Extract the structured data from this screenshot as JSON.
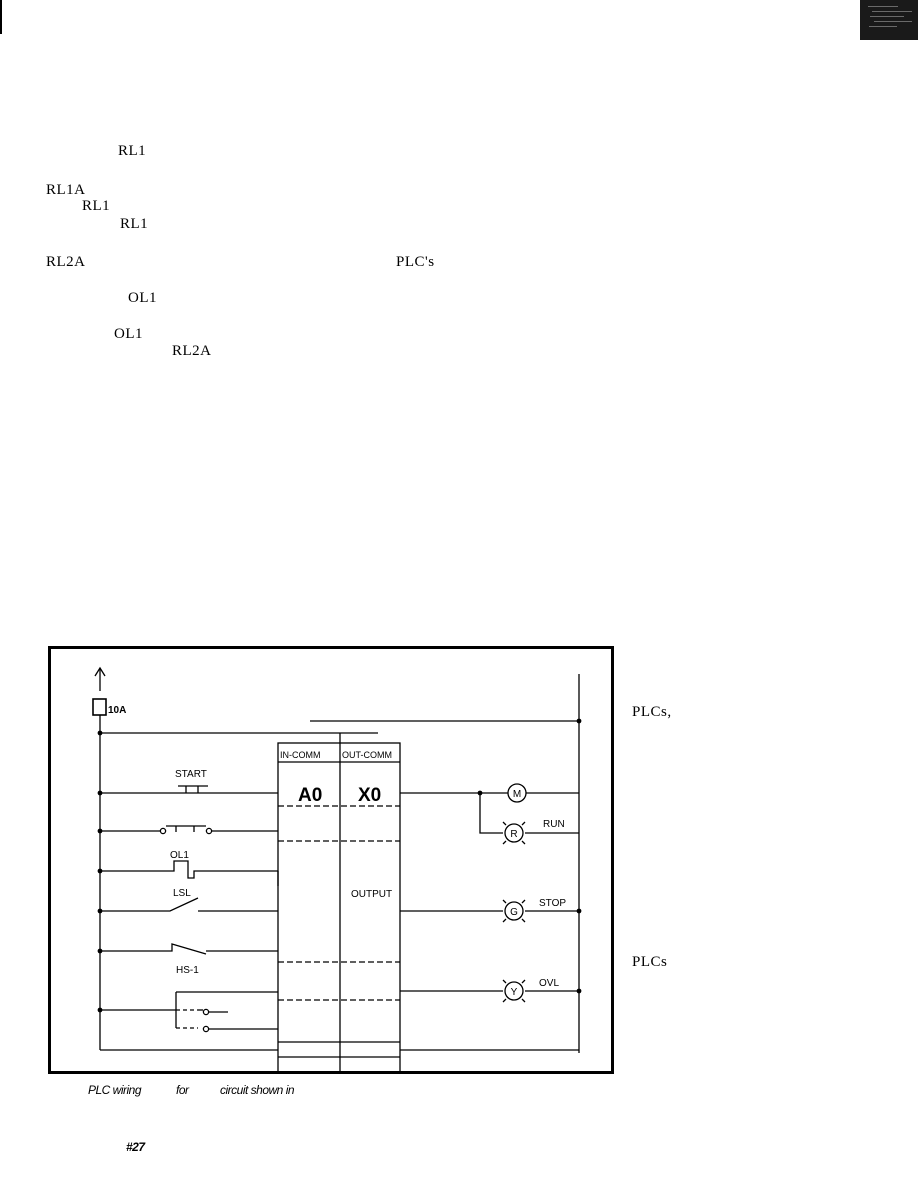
{
  "text_fragments": {
    "rl1_a": "RL1",
    "rl1a_a": "RL1A",
    "rl1_b": "RL1",
    "rl1_c": "RL1",
    "rl2a_a": "RL2A",
    "plcs_apos": "PLC's",
    "ol1_a": "OL1",
    "ol1_b": "OL1",
    "rl2a_b": "RL2A",
    "plcs_comma": "PLCs,",
    "plcs_plain": "PLCs"
  },
  "diagram": {
    "fuse_label": "10A",
    "in_comm": "IN-COMM",
    "out_comm": "OUT-COMM",
    "input_addr": "A0",
    "output_addr": "X0",
    "output_label": "OUTPUT",
    "start_label": "START",
    "ol1_label": "OL1",
    "lsl_label": "LSL",
    "hs1_label": "HS-1",
    "motor": "M",
    "red_lamp": "R",
    "green_lamp": "G",
    "yellow_lamp": "Y",
    "run_label": "RUN",
    "stop_label": "STOP",
    "ovl_label": "OVL"
  },
  "caption": {
    "part1": "PLC wiring",
    "part2": "for",
    "part3": "circuit shown in"
  },
  "footer": {
    "page_number": "#27"
  }
}
